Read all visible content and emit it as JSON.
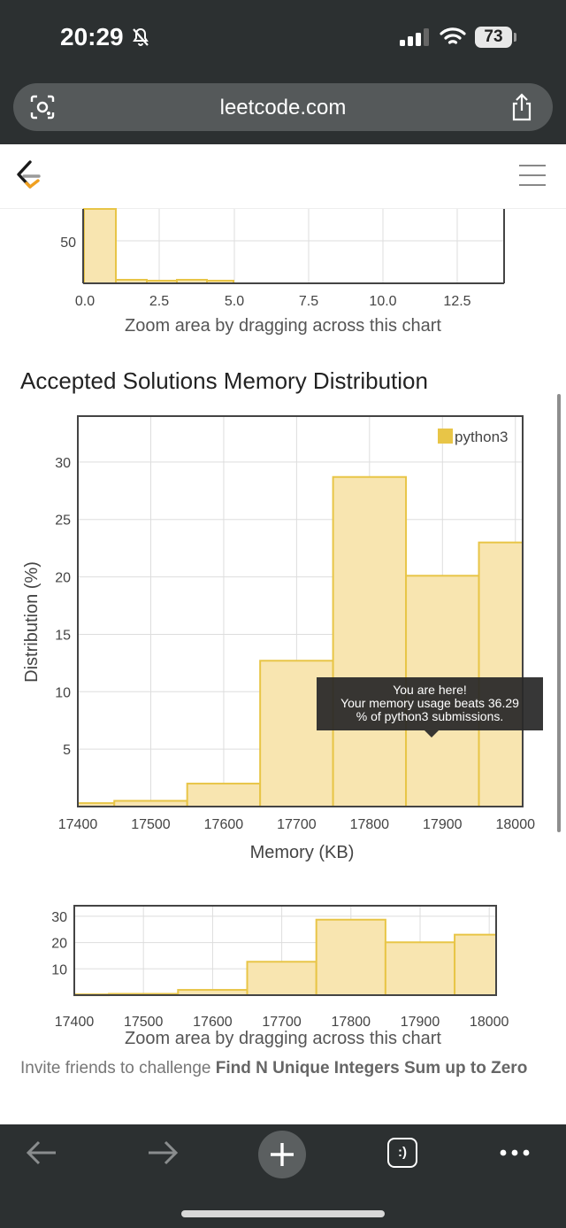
{
  "status": {
    "time": "20:29",
    "battery": "73"
  },
  "browser": {
    "url": "leetcode.com"
  },
  "top_chart": {
    "ytick": "50",
    "xticks": [
      "0.0",
      "2.5",
      "5.0",
      "7.5",
      "10.0",
      "12.5"
    ],
    "caption": "Zoom area by dragging across this chart"
  },
  "memory": {
    "title": "Accepted Solutions Memory Distribution",
    "tooltip": [
      "You are here!",
      "Your memory usage beats 36.29",
      "% of python3 submissions."
    ]
  },
  "mini_chart": {
    "caption": "Zoom area by dragging across this chart"
  },
  "invite": {
    "prefix": "Invite friends to challenge ",
    "problem": "Find N Unique Integers Sum up to Zero"
  },
  "colors": {
    "bar_fill": "#f8e5b0",
    "bar_stroke": "#e8c547",
    "grid": "#dddddd",
    "chrome": "#2c3031"
  },
  "chart_data": [
    {
      "type": "bar",
      "title": "Accepted Solutions Memory Distribution",
      "xlabel": "Memory (KB)",
      "ylabel": "Distribution (%)",
      "legend": [
        "python3"
      ],
      "legend_position": "top-right",
      "x_ticks": [
        "17400",
        "17500",
        "17600",
        "17700",
        "17800",
        "17900",
        "18000"
      ],
      "y_ticks": [
        "5",
        "10",
        "15",
        "20",
        "25",
        "30"
      ],
      "bins": [
        [
          17400,
          17450
        ],
        [
          17450,
          17550
        ],
        [
          17550,
          17650
        ],
        [
          17650,
          17750
        ],
        [
          17750,
          17850
        ],
        [
          17850,
          17950
        ],
        [
          17950,
          18010
        ]
      ],
      "values": [
        0.3,
        0.5,
        2.0,
        12.7,
        28.7,
        20.1,
        23.0
      ],
      "xlim": [
        17400,
        18010
      ],
      "ylim": [
        0,
        34
      ],
      "grid": true
    },
    {
      "type": "bar",
      "title": "",
      "x_ticks": [
        "17400",
        "17500",
        "17600",
        "17700",
        "17800",
        "17900",
        "18000"
      ],
      "y_ticks": [
        "10",
        "20",
        "30"
      ],
      "bins": [
        [
          17400,
          17450
        ],
        [
          17450,
          17550
        ],
        [
          17550,
          17650
        ],
        [
          17650,
          17750
        ],
        [
          17750,
          17850
        ],
        [
          17850,
          17950
        ],
        [
          17950,
          18010
        ]
      ],
      "values": [
        0.3,
        0.5,
        2.0,
        12.7,
        28.7,
        20.1,
        23.0
      ],
      "xlim": [
        17400,
        18010
      ],
      "ylim": [
        0,
        34
      ],
      "grid": true
    }
  ]
}
